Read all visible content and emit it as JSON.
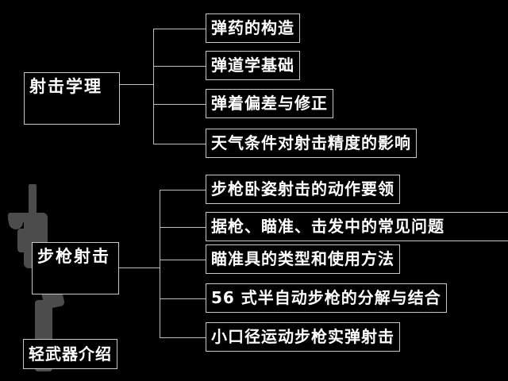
{
  "groups": [
    {
      "label": "射击学理",
      "children": [
        "弹药的构造",
        "弹道学基础",
        "弹着偏差与修正",
        "天气条件对射击精度的影响"
      ]
    },
    {
      "label": "步枪射击",
      "children": [
        "步枪卧姿射击的动作要领",
        "据枪、瞄准、击发中的常见问题",
        "瞄准具的类型和使用方法",
        "56 式半自动步枪的分解与结合",
        "小口径运动步枪实弹射击"
      ]
    }
  ],
  "footer_label": "轻武器介绍",
  "colors": {
    "background": "#000000",
    "text": "#ffffff",
    "border": "#c9c9c9"
  }
}
